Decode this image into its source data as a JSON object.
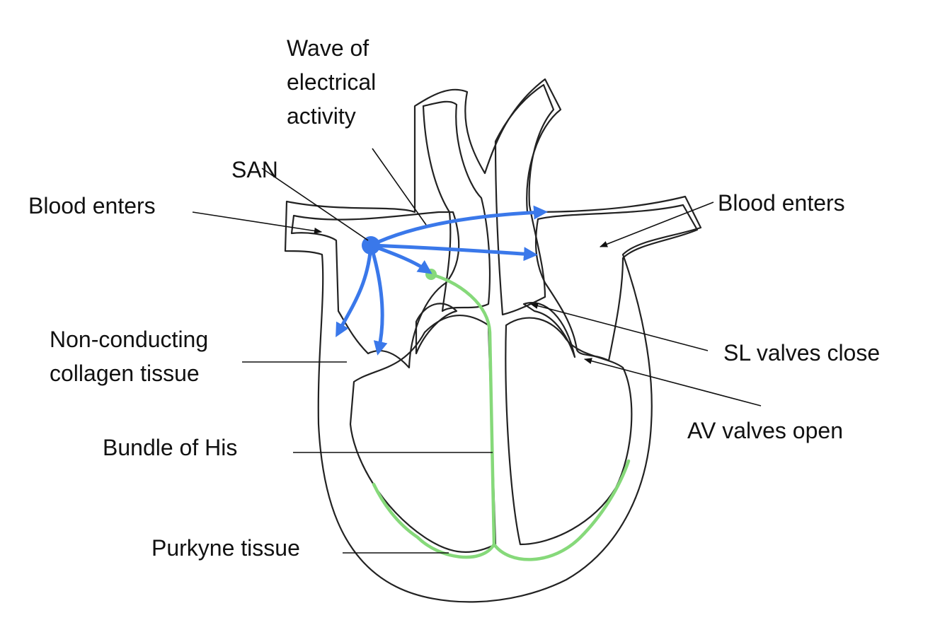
{
  "labels": {
    "wave": [
      "Wave of",
      "electrical",
      "activity"
    ],
    "san": "SAN",
    "blood_enters_left": "Blood enters",
    "blood_enters_right": "Blood enters",
    "non_conducting": [
      "Non-conducting",
      "collagen tissue"
    ],
    "sl_valves": "SL valves close",
    "av_valves": "AV valves open",
    "bundle_of_his": "Bundle of His",
    "purkyne": "Purkyne tissue"
  },
  "colors": {
    "deoxygenated_side": "#d6e5f9",
    "oxygenated_side": "#eea7aa",
    "electrical_wave": "#3a78ea",
    "conducting_tissue": "#86d97a",
    "outline": "#222222"
  }
}
